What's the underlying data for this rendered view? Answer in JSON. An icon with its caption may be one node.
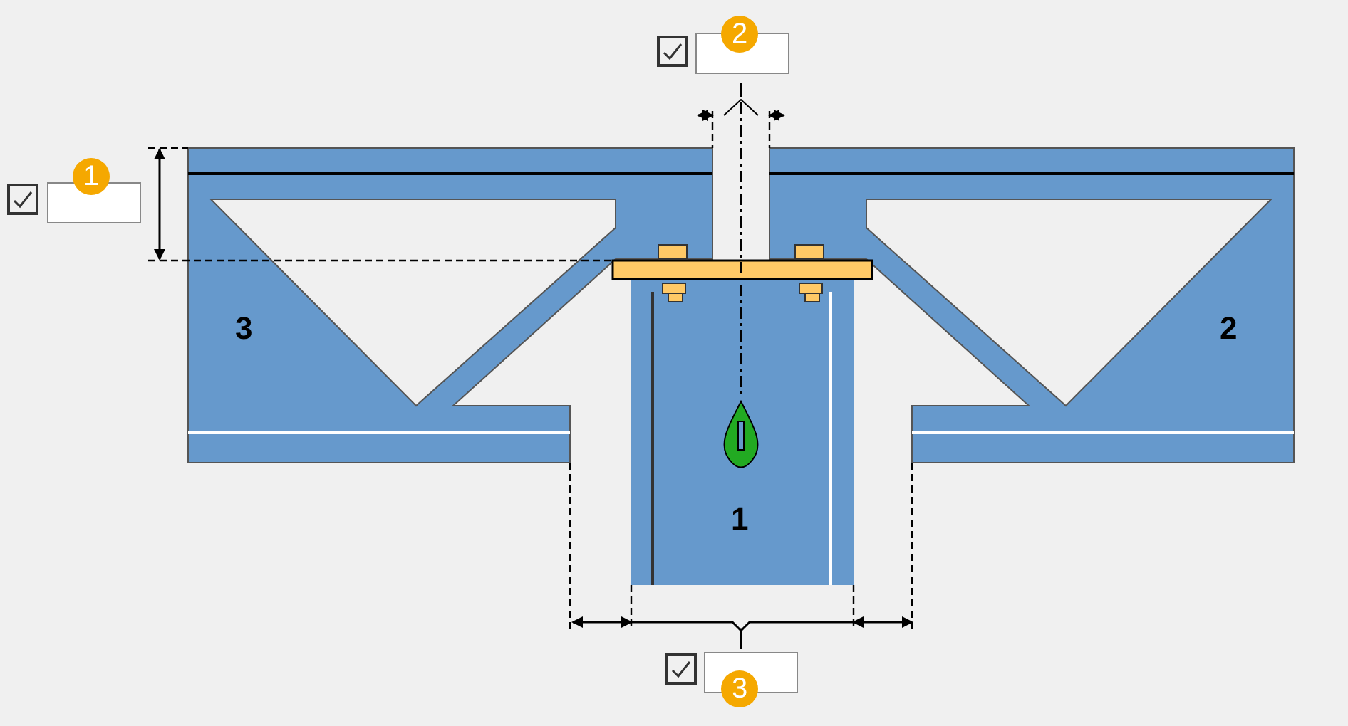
{
  "diagram": {
    "labels": [
      "2",
      "1",
      "3",
      "2",
      "1",
      "3"
    ]
  }
}
